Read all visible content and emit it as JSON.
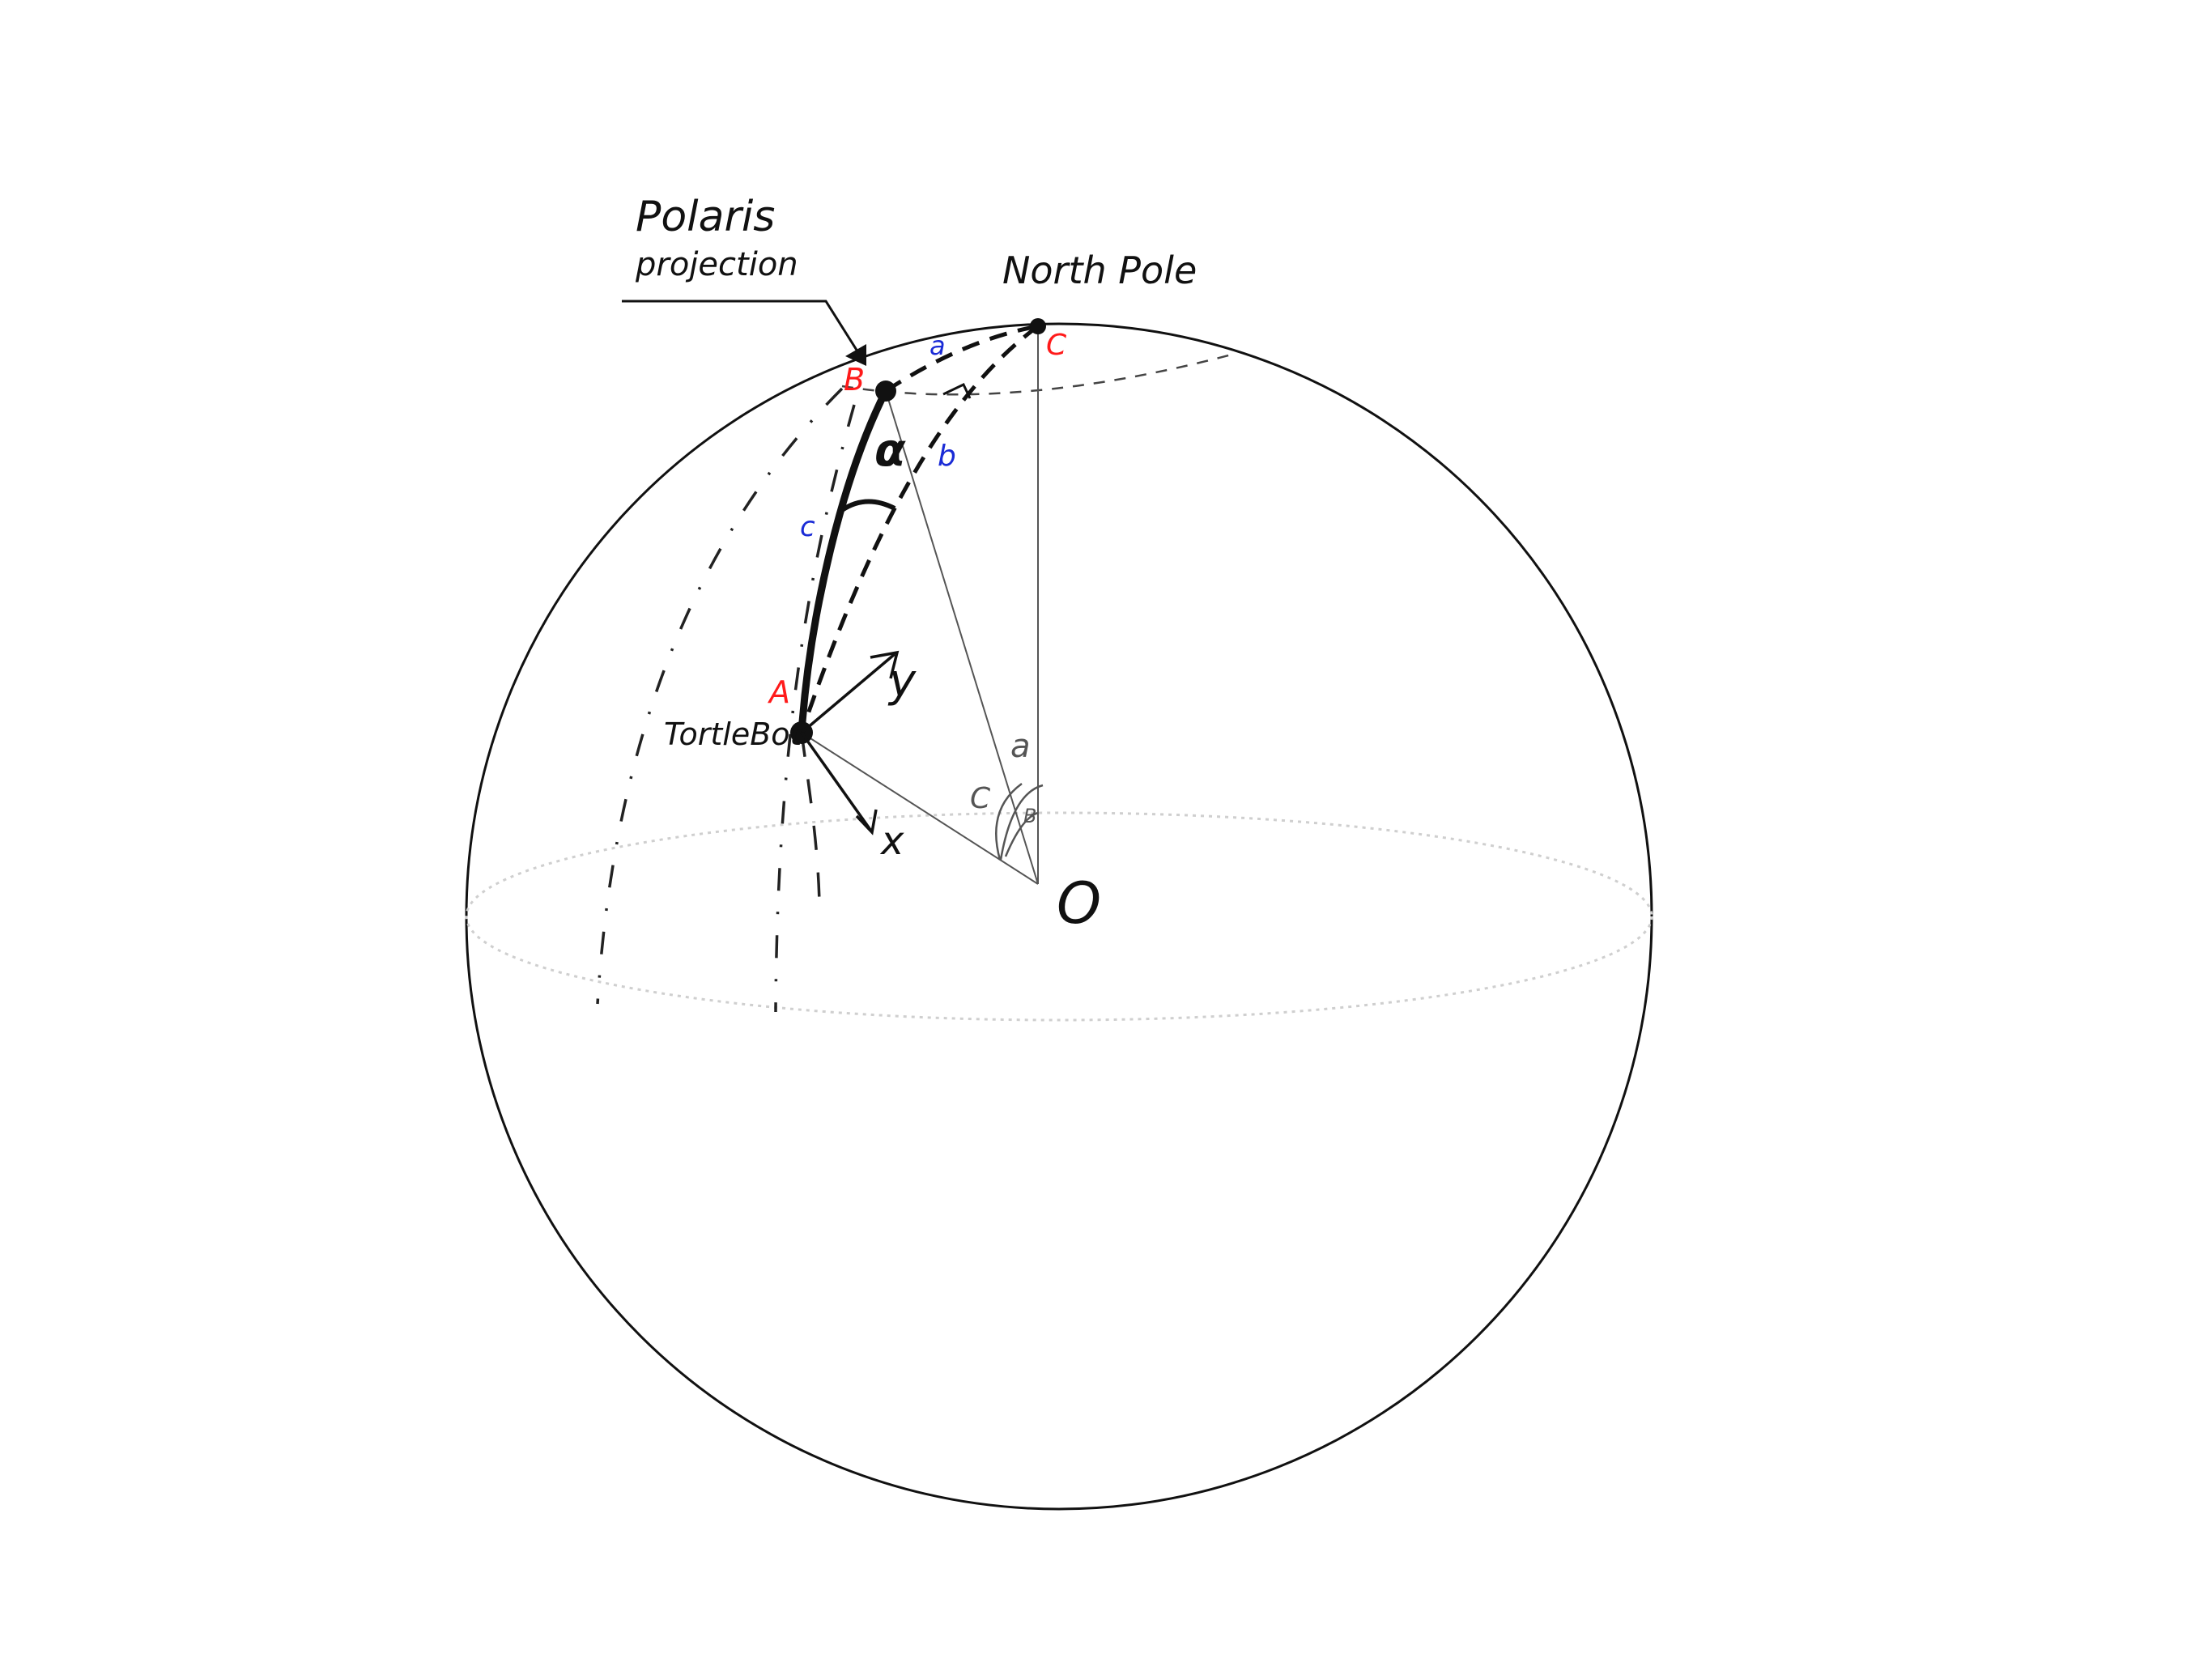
{
  "annotations": {
    "polaris_line1": "Polaris",
    "polaris_line2": "projection",
    "north_pole": "North Pole",
    "tortlebot": "TortleBot",
    "origin": "O"
  },
  "vertices": {
    "A": "A",
    "B": "B",
    "C": "C"
  },
  "arc_labels": {
    "a": "a",
    "b": "b",
    "c": "c"
  },
  "center_angles": {
    "a": "a",
    "b": "B",
    "c": "C"
  },
  "angle_alpha": "α",
  "axes": {
    "x": "x",
    "y": "y"
  },
  "colors": {
    "ink": "#111111",
    "vertex": "#ff1a1a",
    "arc": "#1a2bd6",
    "equator": "#cfcfcf",
    "helper": "#555555"
  }
}
